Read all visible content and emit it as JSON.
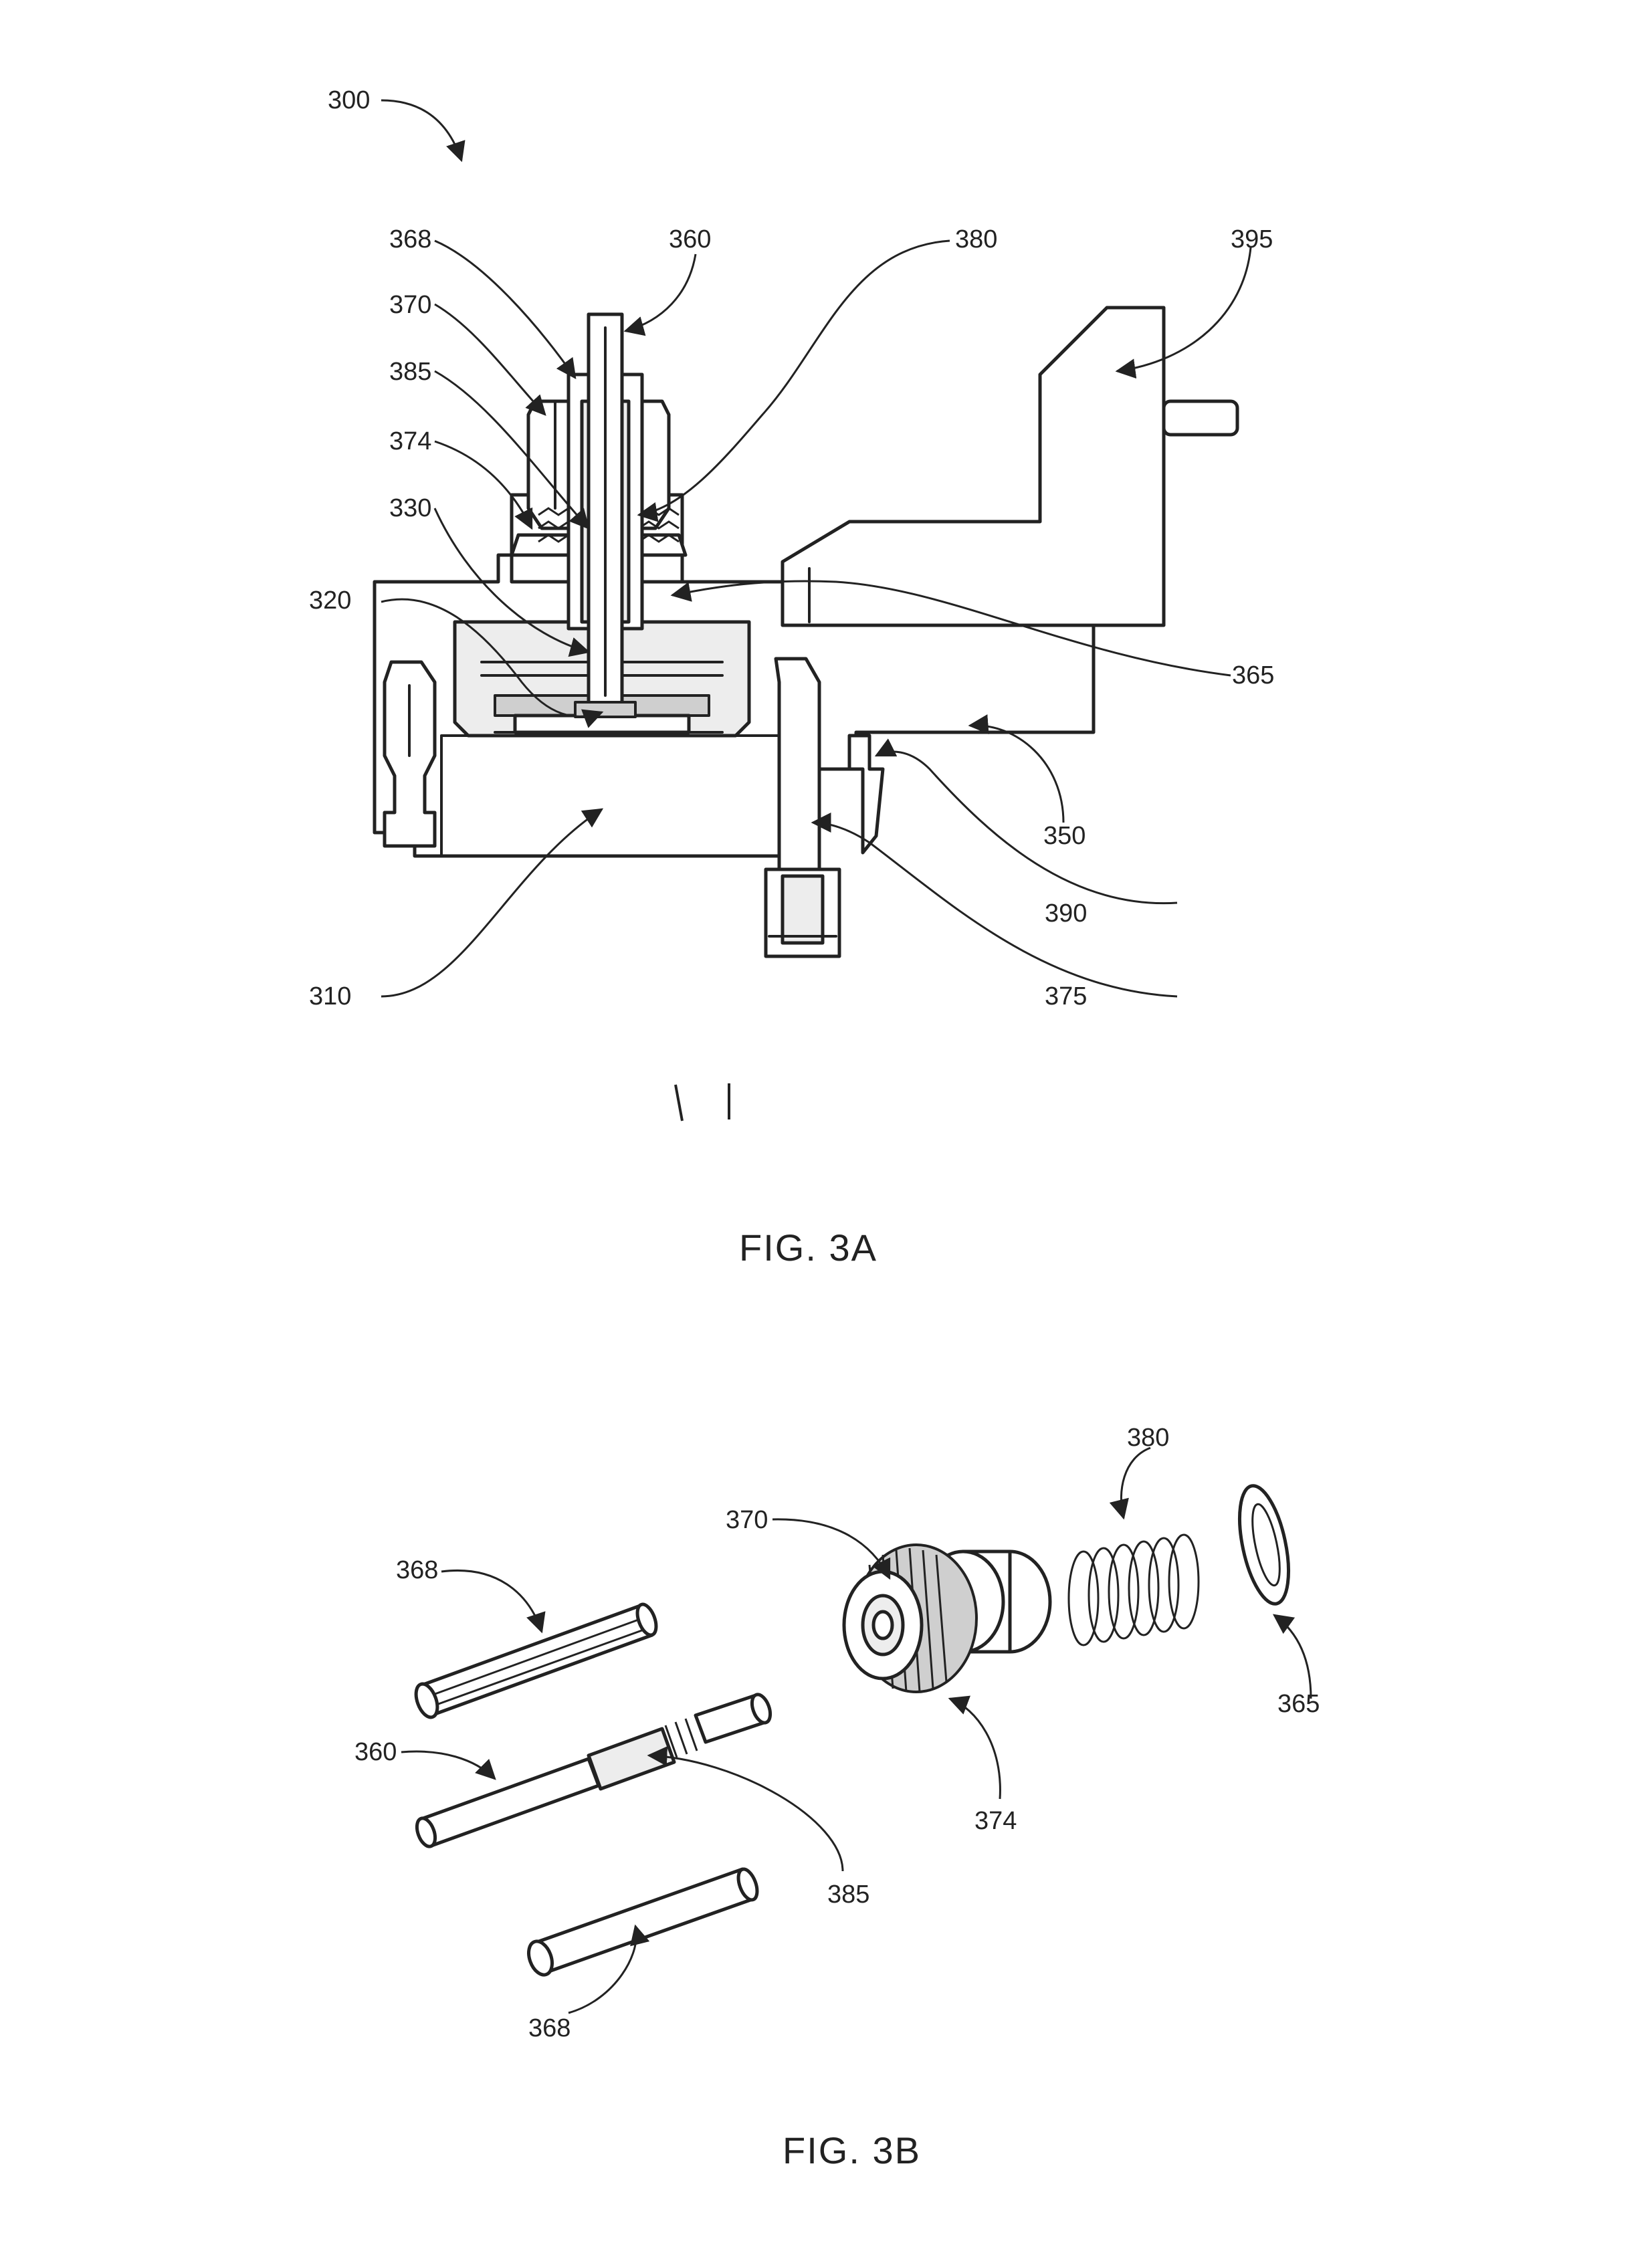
{
  "figure_a": {
    "caption": "FIG. 3A",
    "labels": {
      "assembly": "300",
      "cap_368": "368",
      "pin_360": "360",
      "spring_380": "380",
      "housing_395": "395",
      "knob_370": "370",
      "sleeve_385": "385",
      "thread_374": "374",
      "seal_330": "330",
      "valve_320": "320",
      "clip_365": "365",
      "body_350": "350",
      "latch_390": "390",
      "chamber_310": "310",
      "fitting_375": "375"
    }
  },
  "figure_b": {
    "caption": "FIG. 3B",
    "labels": {
      "knob_370": "370",
      "spring_380": "380",
      "cap_368_top": "368",
      "clip_365": "365",
      "pin_360": "360",
      "thread_374": "374",
      "sleeve_385": "385",
      "cap_368_bottom": "368"
    }
  }
}
